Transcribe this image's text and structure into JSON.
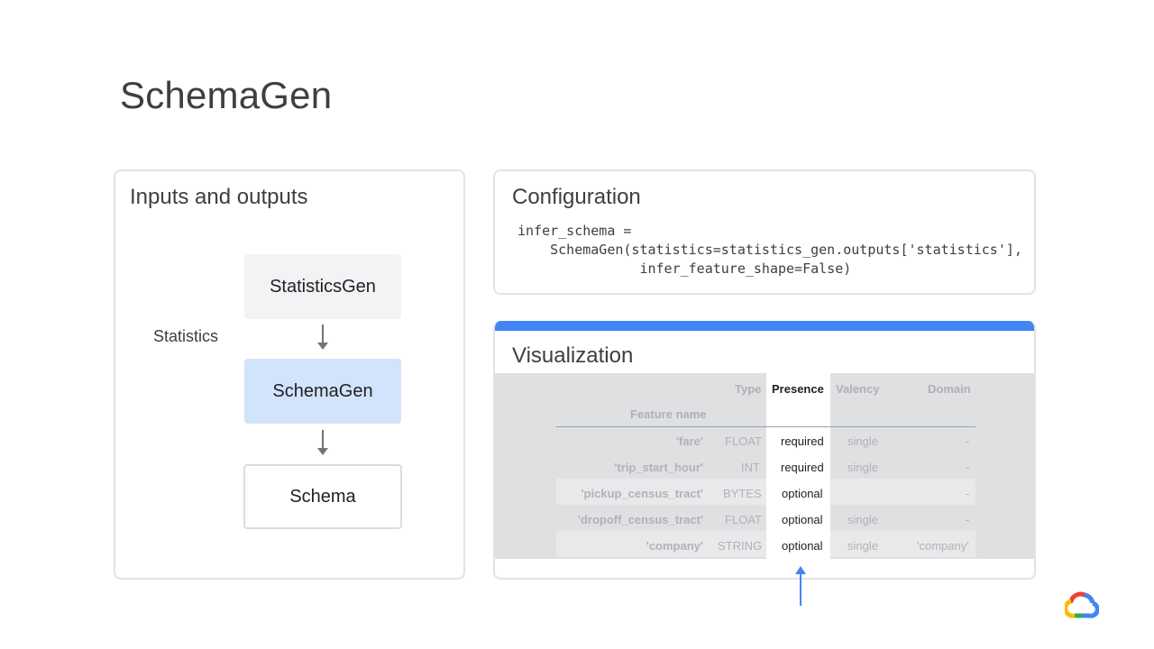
{
  "slide": {
    "title": "SchemaGen"
  },
  "io_card": {
    "title": "Inputs and outputs",
    "nodes": {
      "input": "StatisticsGen",
      "component": "SchemaGen",
      "output": "Schema"
    },
    "edge_label": "Statistics"
  },
  "config_card": {
    "title": "Configuration",
    "code": [
      "infer_schema =",
      "    SchemaGen(statistics=statistics_gen.outputs['statistics'],",
      "               infer_feature_shape=False)"
    ]
  },
  "vis_card": {
    "title": "Visualization",
    "headers": {
      "feature": "Feature name",
      "type": "Type",
      "presence": "Presence",
      "valency": "Valency",
      "domain": "Domain"
    },
    "rows": [
      {
        "feature": "'fare'",
        "type": "FLOAT",
        "presence": "required",
        "valency": "single",
        "domain": "-"
      },
      {
        "feature": "'trip_start_hour'",
        "type": "INT",
        "presence": "required",
        "valency": "single",
        "domain": "-"
      },
      {
        "feature": "'pickup_census_tract'",
        "type": "BYTES",
        "presence": "optional",
        "valency": "",
        "domain": "-"
      },
      {
        "feature": "'dropoff_census_tract'",
        "type": "FLOAT",
        "presence": "optional",
        "valency": "single",
        "domain": "-"
      },
      {
        "feature": "'company'",
        "type": "STRING",
        "presence": "optional",
        "valency": "single",
        "domain": "'company'"
      }
    ]
  },
  "colors": {
    "accent_blue": "#4285f4",
    "schemagen_fill": "#d2e3fc",
    "stats_fill": "#f1f3f4"
  },
  "logo": {
    "icon": "google-cloud-logo-icon"
  }
}
